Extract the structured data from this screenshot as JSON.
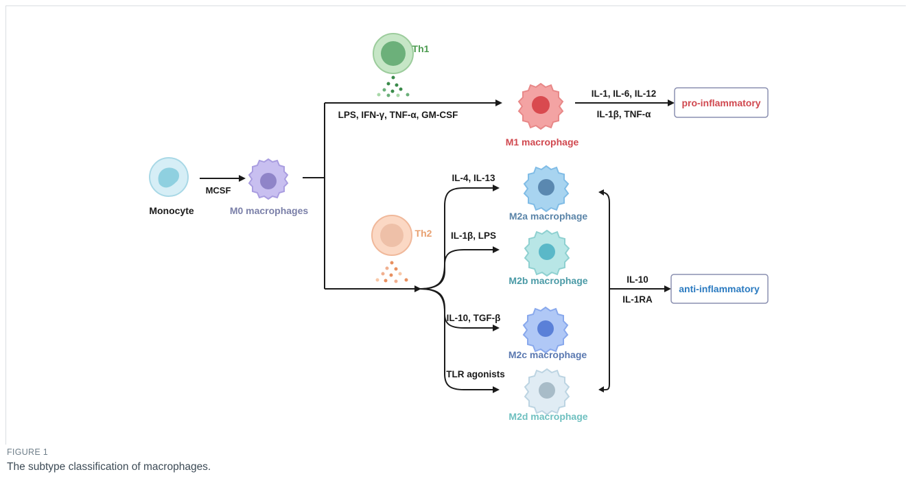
{
  "diagram": {
    "monocyte": "Monocyte",
    "m0": "M0 macrophages",
    "mcsf": "MCSF",
    "th1": "Th1",
    "th2": "Th2",
    "m1_stimuli": "LPS, IFN-γ, TNF-α, GM-CSF",
    "m1": "M1 macrophage",
    "m1_out_1": "IL-1, IL-6, IL-12",
    "m1_out_2": "IL-1β,  TNF-α",
    "pro": "pro-inflammatory",
    "m2a_stim": "IL-4, IL-13",
    "m2a": "M2a macrophage",
    "m2b_stim": "IL-1β, LPS",
    "m2b": "M2b macrophage",
    "m2c_stim": "IL-10, TGF-β",
    "m2c": "M2c macrophage",
    "m2d_stim": "TLR agonists",
    "m2d": "M2d macrophage",
    "anti_out_1": "IL-10",
    "anti_out_2": "IL-1RA",
    "anti": "anti-inflammatory"
  },
  "colors": {
    "m1_label": "#d0484f",
    "m0_label": "#7a7fa8",
    "th1_label": "#4a9a4e",
    "th2_label": "#e8a070",
    "m2a_label": "#5a84a8",
    "m2b_label": "#4a9aa6",
    "m2c_label": "#5a78b0",
    "m2d_label": "#6fc0c0",
    "pro_text": "#d0484f",
    "anti_text": "#2a7ac0"
  },
  "caption": {
    "label": "FIGURE 1",
    "text": "The subtype classification of macrophages."
  }
}
